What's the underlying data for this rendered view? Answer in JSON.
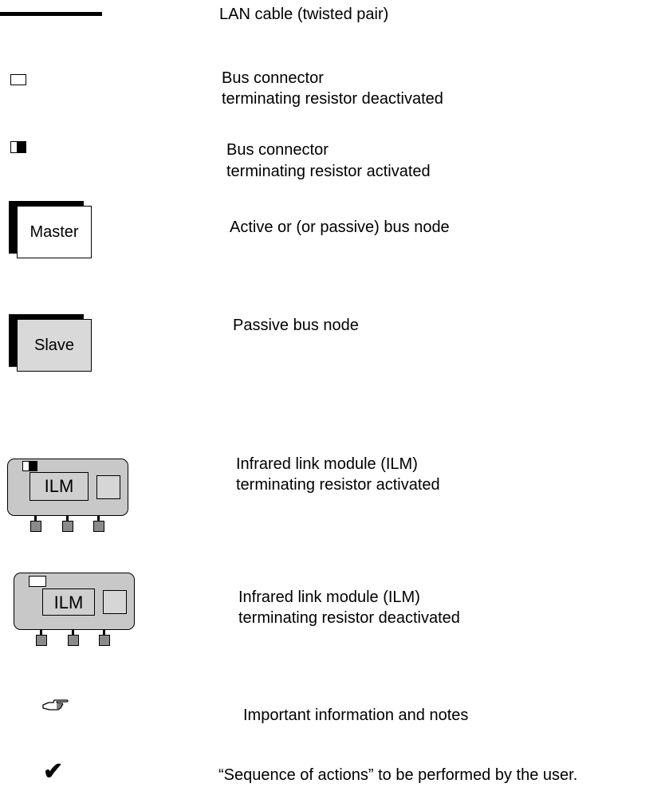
{
  "legend": {
    "lan_cable": "LAN cable (twisted pair)",
    "connector_off": {
      "line1": "Bus connector",
      "line2": "terminating resistor deactivated"
    },
    "connector_on": {
      "line1": "Bus connector",
      "line2": "terminating resistor activated"
    },
    "master": {
      "label": "Master",
      "desc": "Active or (or passive) bus node"
    },
    "slave": {
      "label": "Slave",
      "desc": "Passive bus node"
    },
    "ilm_on": {
      "label": "ILM",
      "line1": "Infrared link module (ILM)",
      "line2": "terminating resistor activated"
    },
    "ilm_off": {
      "label": "ILM",
      "line1": "Infrared link module (ILM)",
      "line2": "terminating resistor deactivated"
    },
    "notes": {
      "icon": "pointing-hand-icon",
      "desc": "Important information and notes"
    },
    "actions": {
      "icon": "checkmark-icon",
      "desc": "“Sequence of actions” to be performed by the user."
    }
  },
  "colors": {
    "master_fill": "#ffffff",
    "slave_fill": "#d9d9d9",
    "ilm_body": "#c8c8c8",
    "foot": "#8a8a8a"
  }
}
